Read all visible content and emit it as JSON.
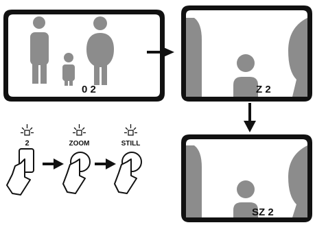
{
  "screens": {
    "normal": {
      "label": "0 2"
    },
    "zoom": {
      "label": "Z 2"
    },
    "still_zoom": {
      "label": "SZ 2"
    }
  },
  "buttons": {
    "first": {
      "label": "2"
    },
    "second": {
      "label": "ZOOM"
    },
    "third": {
      "label": "STILL"
    }
  },
  "colors": {
    "ink": "#111111",
    "screen_bg": "#ffffff",
    "figure_gray": "#8c8c8c"
  }
}
